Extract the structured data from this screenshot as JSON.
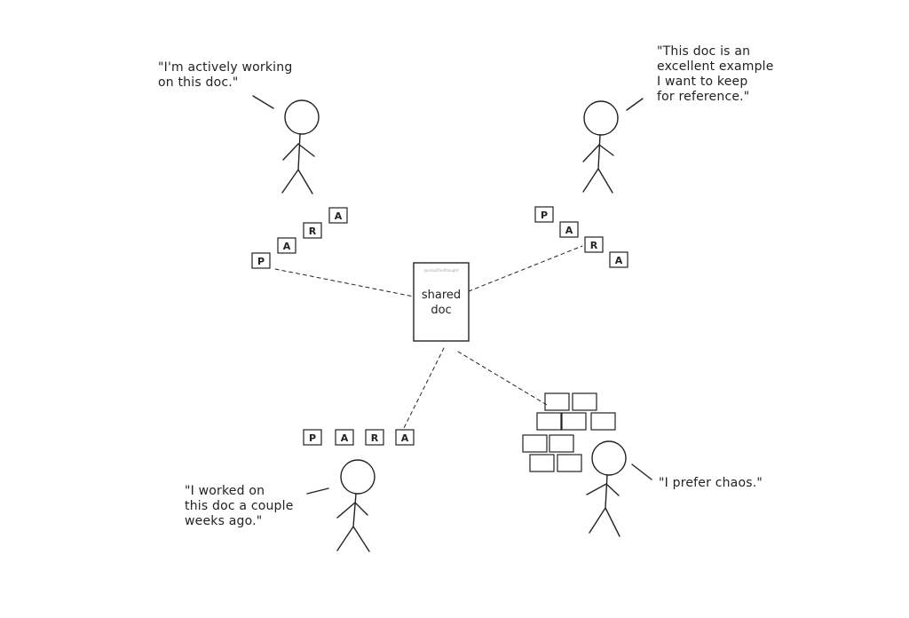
{
  "center_doc": {
    "label_line1": "shared",
    "label_line2": "doc",
    "watermark": "@simplifiedthought"
  },
  "quotes": {
    "top_left": "\"I'm actively working\non this doc.\"",
    "top_right": "\"This doc is an\nexcellent example\nI want to keep\nfor reference.\"",
    "bottom_left": "\"I worked on\nthis doc a couple\nweeks ago.\"",
    "bottom_right": "\"I prefer chaos.\""
  },
  "para_letters": [
    "P",
    "A",
    "R",
    "A"
  ]
}
